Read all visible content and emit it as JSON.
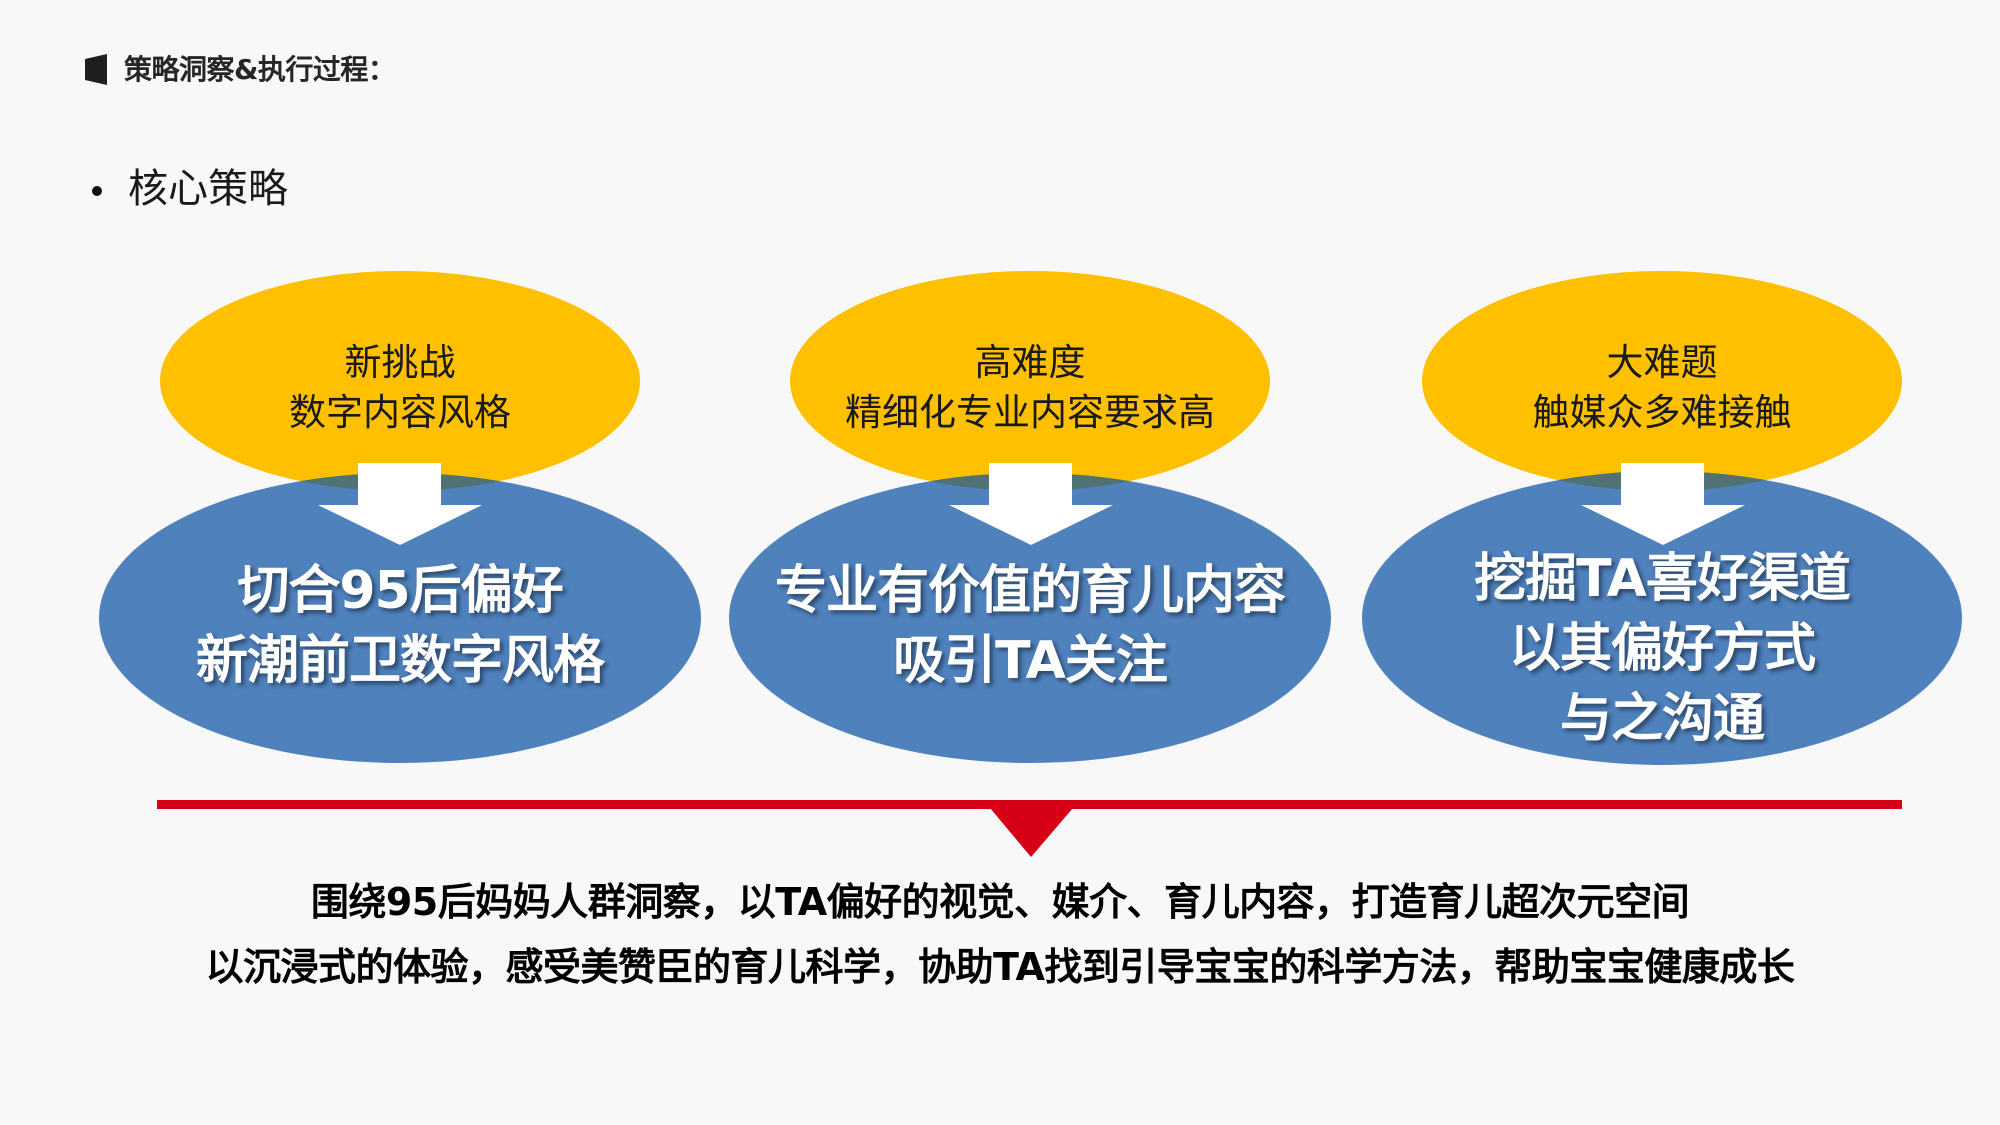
{
  "header": {
    "icon": "block-marker-icon",
    "title": "策略洞察&执行过程："
  },
  "section": {
    "bullet_label": "核心策略"
  },
  "columns": [
    {
      "challenge": {
        "line1": "新挑战",
        "line2": "数字内容风格"
      },
      "strategy": {
        "line1": "切合95后偏好",
        "line2": "新潮前卫数字风格",
        "line3": ""
      }
    },
    {
      "challenge": {
        "line1": "高难度",
        "line2": "精细化专业内容要求高"
      },
      "strategy": {
        "line1": "专业有价值的育儿内容",
        "line2": "吸引TA关注",
        "line3": ""
      }
    },
    {
      "challenge": {
        "line1": "大难题",
        "line2": "触媒众多难接触"
      },
      "strategy": {
        "line1": "挖掘TA喜好渠道",
        "line2": "以其偏好方式",
        "line3": "与之沟通"
      }
    }
  ],
  "summary": {
    "line1": "围绕95后妈妈人群洞察，以TA偏好的视觉、媒介、育儿内容，打造育儿超次元空间",
    "line2": "以沉浸式的体验，感受美赞臣的育儿科学，协助TA找到引导宝宝的科学方法，帮助宝宝健康成长"
  },
  "colors": {
    "background": "#f8f8f8",
    "challenge_ellipse": "#ffc000",
    "strategy_ellipse": "#4f81bd",
    "overlap": "#517273",
    "arrow": "#ffffff",
    "divider": "#d50016"
  }
}
